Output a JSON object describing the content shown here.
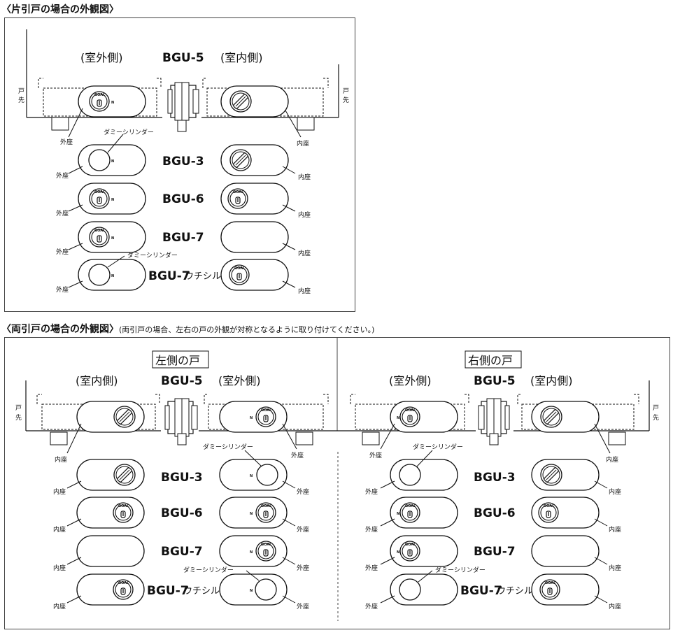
{
  "headings": {
    "single": "〈片引戸の場合の外観図〉",
    "double": "〈両引戸の場合の外観図〉",
    "double_note": "(両引戸の場合、左右の戸の外観が対称となるように取り付けてください。)"
  },
  "labels": {
    "outside_side": "(室外側)",
    "inside_side": "(室内側)",
    "left_door": "左側の戸",
    "right_door": "右側の戸",
    "door_edge": "戸先",
    "outer_base": "外座",
    "inner_base": "内座",
    "dummy_cylinder": "ダミーシリンダー",
    "goal": "GOAL",
    "n_mark": "N",
    "uchishiru": "ウチシル"
  },
  "models": {
    "bgu5": "BGU-5",
    "bgu3": "BGU-3",
    "bgu6": "BGU-6",
    "bgu7": "BGU-7",
    "bgu7u": "BGU-7"
  },
  "single_rows": [
    {
      "model": "BGU-3",
      "outside": "dummy",
      "inside": "thumb"
    },
    {
      "model": "BGU-6",
      "outside": "key",
      "inside": "key"
    },
    {
      "model": "BGU-7",
      "outside": "key",
      "inside": "plain"
    },
    {
      "model": "BGU-7 ウチシル",
      "outside": "dummy",
      "inside": "key"
    }
  ]
}
